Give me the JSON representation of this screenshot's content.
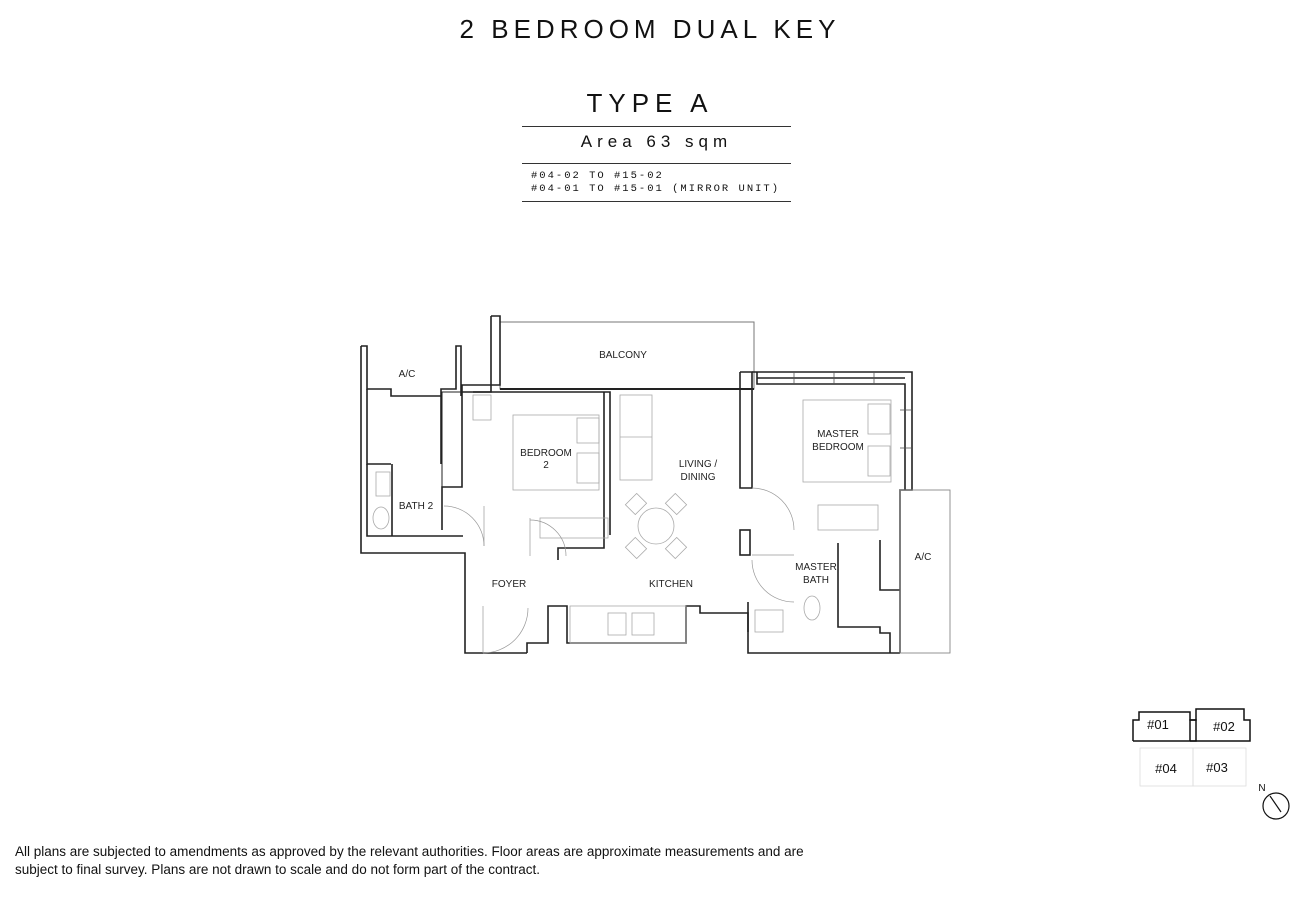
{
  "header": {
    "title": "2 BEDROOM DUAL KEY",
    "type": "TYPE A",
    "area": "Area 63 sqm",
    "units": [
      "#04-02 TO #15-02",
      "#04-01 TO #15-01 (MIRROR UNIT)"
    ]
  },
  "plan": {
    "rooms": {
      "balcony": "BALCONY",
      "ac_left": "A/C",
      "bedroom2_line1": "BEDROOM",
      "bedroom2_line2": "2",
      "living_line1": "LIVING /",
      "living_line2": "DINING",
      "master_bed_line1": "MASTER",
      "master_bed_line2": "BEDROOM",
      "bath2": "BATH 2",
      "foyer": "FOYER",
      "kitchen": "KITCHEN",
      "master_bath_line1": "MASTER",
      "master_bath_line2": "BATH",
      "ac_right": "A/C"
    }
  },
  "key_plan": {
    "units": [
      "#01",
      "#02",
      "#04",
      "#03"
    ],
    "north": "N"
  },
  "disclaimer": [
    "All plans are subjected to amendments as approved by the relevant authorities. Floor areas are approximate measurements and are",
    "subject to final survey. Plans are not drawn to scale and do not form part of the contract."
  ],
  "colors": {
    "line": "#222222",
    "light_line": "#bbbbbb",
    "background": "#ffffff"
  }
}
